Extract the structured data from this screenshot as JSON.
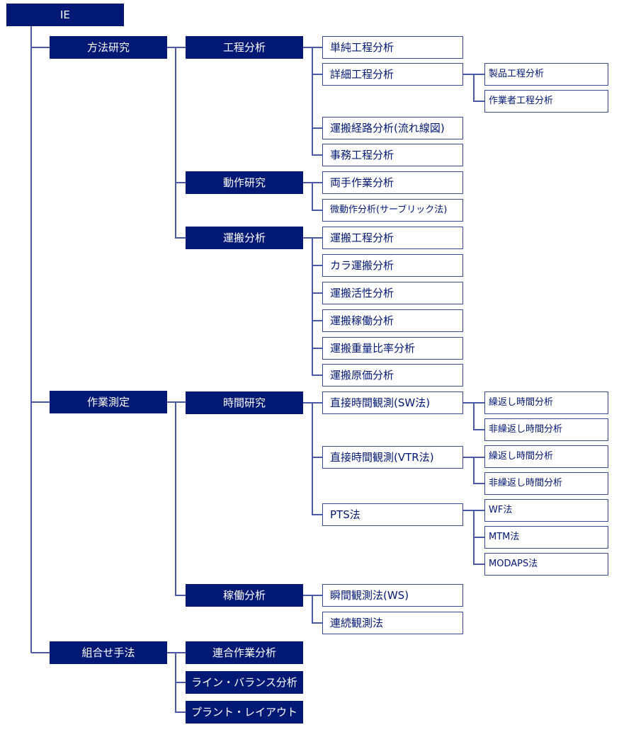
{
  "colors": {
    "fill": "#021875",
    "line": "#4a5aa8"
  },
  "root": "IE",
  "method_study": {
    "label": "方法研究",
    "process_analysis": {
      "label": "工程分析",
      "children": [
        "単純工程分析",
        "詳細工程分析",
        "運搬経路分析(流れ線図)",
        "事務工程分析"
      ],
      "detail_children": [
        "製品工程分析",
        "作業者工程分析"
      ]
    },
    "motion_study": {
      "label": "動作研究",
      "children": [
        "両手作業分析",
        "微動作分析(サーブリック法)"
      ]
    },
    "handling_analysis": {
      "label": "運搬分析",
      "children": [
        "運搬工程分析",
        "カラ運搬分析",
        "運搬活性分析",
        "運搬稼働分析",
        "運搬重量比率分析",
        "運搬原価分析"
      ]
    }
  },
  "work_measurement": {
    "label": "作業測定",
    "time_study": {
      "label": "時間研究",
      "children": [
        "直接時間観測(SW法)",
        "直接時間観測(VTR法)",
        "PTS法"
      ],
      "sw_children": [
        "繰返し時間分析",
        "非繰返し時間分析"
      ],
      "vtr_children": [
        "繰返し時間分析",
        "非繰返し時間分析"
      ],
      "pts_children": [
        "WF法",
        "MTM法",
        "MODAPS法"
      ]
    },
    "work_sampling": {
      "label": "稼働分析",
      "children": [
        "瞬間観測法(WS)",
        "連続観測法"
      ]
    }
  },
  "combination": {
    "label": "組合せ手法",
    "children": [
      "連合作業分析",
      "ライン・バランス分析",
      "プラント・レイアウト"
    ]
  }
}
